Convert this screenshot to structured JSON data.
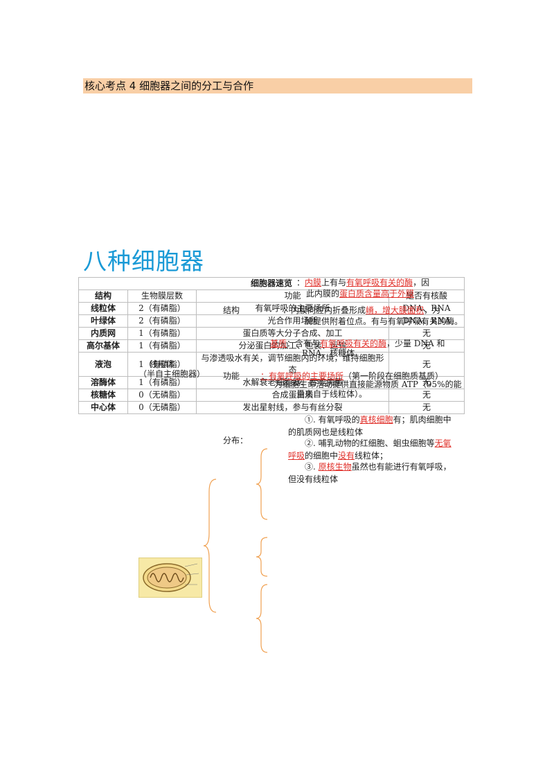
{
  "heading": "核心考点 4 细胞器之间的分工与合作",
  "big_title": "八种细胞器",
  "table": {
    "caption": "细胞器速览",
    "headers": [
      "结构",
      "生物膜层数",
      "功能",
      "是否有核酸"
    ],
    "rows": [
      {
        "name": "线粒体",
        "membrane": "2（有磷脂）",
        "func": "有氧呼吸的主要场所",
        "acid": "DNA、RNA"
      },
      {
        "name": "叶绿体",
        "membrane": "2（有磷脂）",
        "func": "光合作用场所",
        "acid": "DNA、RNA"
      },
      {
        "name": "内质网",
        "membrane": "1（有磷脂）",
        "func": "蛋白质等大分子合成、加工",
        "acid": "无"
      },
      {
        "name": "高尔基体",
        "membrane": "1（有磷脂）",
        "func": "分泌蛋白的加工、包装、运输",
        "acid": "无"
      },
      {
        "name": "液泡",
        "membrane": "1（有磷脂）",
        "func": "与渗透吸水有关，调节细胞内的环境，维持细胞形态",
        "acid": "无"
      },
      {
        "name": "溶酶体",
        "membrane": "1（有磷脂）",
        "func": "水解衰老细胞器、吞噬病菌",
        "acid": "无"
      },
      {
        "name": "核糖体",
        "membrane": "0（无磷脂）",
        "func": "合成蛋白质",
        "acid": "无"
      },
      {
        "name": "中心体",
        "membrane": "0（无磷脂）",
        "func": "发出星射线，参与有丝分裂",
        "acid": "无"
      }
    ]
  },
  "overlay": {
    "line1_a": "：",
    "line1_red1": "内膜",
    "line1_b": "上有与",
    "line1_red2": "有氧呼吸有关的酶",
    "line1_c": "，因",
    "line2_a": "此内膜的",
    "line2_red": "蛋白质含量高于外膜",
    "line3_a": "结构",
    "line3_b": "：内膜向腔内折叠形成",
    "line3_red": "嵴，增大膜面积",
    "line3_c": "，为",
    "line4": "酶提供附着位点。有与有氧呼吸有关的酶。",
    "line5_red1": "基质",
    "line5_a": "：含有与",
    "line5_red2": "有氧呼吸有关的酶",
    "line5_b": "，少量 DNA 和",
    "line6": "RNA、核糖体",
    "mito_label1": "线粒体",
    "mito_label2": "（半自主细胞器）",
    "line7_a": "功能",
    "line7_red": "：有氧呼吸的主要场所",
    "line7_b": "（第一阶段在细胞质基质）",
    "line8": "为细胞生命活动提供直接能源物质 ATP（95%的能",
    "line9": "量来自于线粒体）。"
  },
  "notes": {
    "label": "分布：",
    "n1_a": "①. 有氧呼吸的",
    "n1_red": "真核细胞",
    "n1_b": "有；肌肉细胞中",
    "n1_c": "的肌质网也是线粒体",
    "n2_a": "②. 哺乳动物的红细胞、蛔虫细胞等",
    "n2_red1": "无氧",
    "n2_red2": "呼吸",
    "n2_b": "的细胞中",
    "n2_red3": "没有",
    "n2_c": "线粒体；",
    "n3_a": "③. ",
    "n3_red": "原核生物",
    "n3_b": "虽然也有能进行有氧呼吸，",
    "n3_c": "但没有线粒体"
  },
  "colors": {
    "accent_blue": "#1a9ad6",
    "heading_bg": "#f9cfa6",
    "red": "#e0302a",
    "brace": "#f0a050"
  }
}
